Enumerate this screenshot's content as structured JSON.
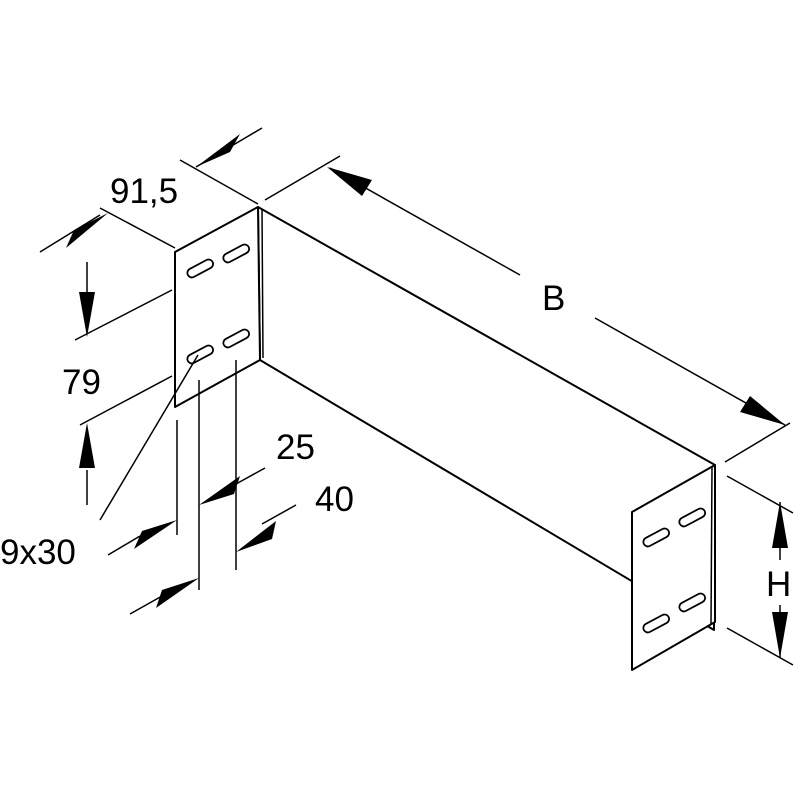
{
  "diagram": {
    "labels": {
      "depth": "91,5",
      "height_flange": "79",
      "spacing_small": "25",
      "spacing_large": "40",
      "slot_size": "9x30",
      "width": "B",
      "height": "H"
    }
  }
}
